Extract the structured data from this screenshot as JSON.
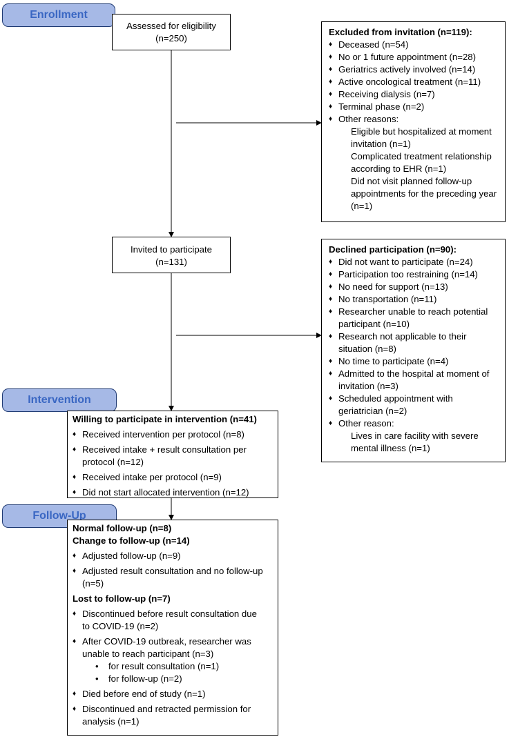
{
  "phases": {
    "enrollment": "Enrollment",
    "intervention": "Intervention",
    "followup": "Follow-Up"
  },
  "assessed": {
    "line1": "Assessed for eligibility",
    "line2": "(n=250)"
  },
  "invited": {
    "line1": "Invited to participate",
    "line2": "(n=131)"
  },
  "excluded": {
    "title": "Excluded from invitation (n=119):",
    "items": [
      "Deceased (n=54)",
      "No or 1 future appointment (n=28)",
      "Geriatrics actively involved (n=14)",
      "Active oncological treatment (n=11)",
      "Receiving dialysis (n=7)",
      "Terminal phase (n=2)",
      "Other reasons:"
    ],
    "sub": [
      "Eligible but hospitalized at moment",
      "invitation (n=1)",
      "Complicated treatment relationship",
      "according to EHR (n=1)",
      "Did not visit planned follow-up",
      "appointments for the preceding year",
      "(n=1)"
    ]
  },
  "declined": {
    "title": "Declined participation (n=90):",
    "items": [
      "Did not want to participate (n=24)",
      "Participation too restraining (n=14)",
      "No need for support (n=13)",
      "No transportation (n=11)",
      "Researcher unable to reach potential",
      "Research not applicable to their",
      "No time to participate (n=4)",
      "Admitted to the hospital at moment of",
      "Scheduled appointment with",
      "Other reason:"
    ],
    "cont": [
      "participant (n=10)",
      "situation (n=8)",
      "invitation (n=3)",
      "geriatrician (n=2)"
    ],
    "sub": [
      "Lives in care facility with severe",
      "mental illness (n=1)"
    ]
  },
  "willing": {
    "title": "Willing to participate in intervention (n=41)",
    "items": [
      "Received intervention per protocol (n=8)",
      "Received intake + result consultation per",
      "Received intake per protocol (n=9)",
      "Did not start allocated intervention (n=12)"
    ],
    "cont": [
      "protocol (n=12)"
    ]
  },
  "followup": {
    "normal": "Normal follow-up (n=8)",
    "change": "Change to follow-up (n=14)",
    "change_items": [
      "Adjusted follow-up (n=9)",
      "Adjusted result consultation and no follow-up"
    ],
    "change_cont": [
      "(n=5)"
    ],
    "lost": "Lost to follow-up (n=7)",
    "lost_items": [
      "Discontinued before result consultation due",
      "After COVID-19 outbreak, researcher was",
      "Died before end of study (n=1)",
      "Discontinued and retracted permission for"
    ],
    "lost_cont": [
      "to COVID-19 (n=2)",
      "unable to reach participant (n=3)",
      "analysis (n=1)"
    ],
    "lost_sub": [
      "for result consultation (n=1)",
      "for follow-up (n=2)"
    ]
  }
}
